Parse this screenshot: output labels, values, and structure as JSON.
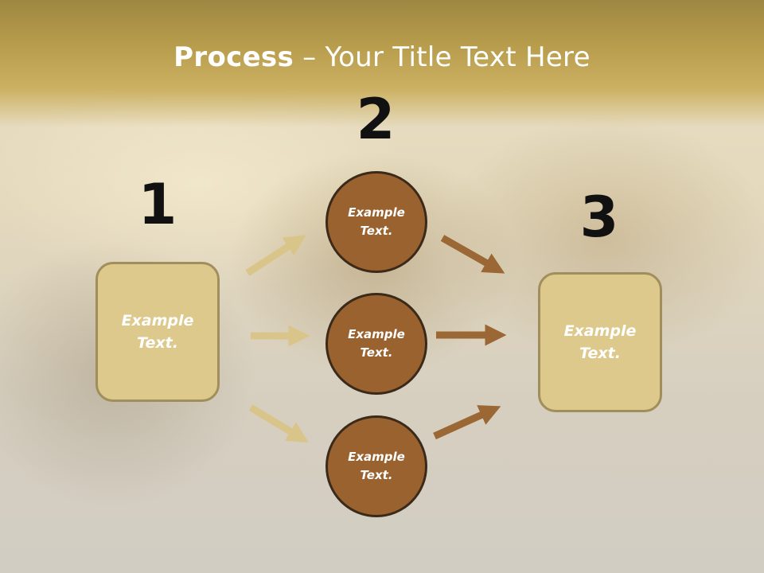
{
  "title": {
    "bold": "Process",
    "rest": " – Your Title Text Here"
  },
  "steps": {
    "one": {
      "number": "1",
      "text": "Example\nText."
    },
    "two": {
      "number": "2",
      "circles": [
        "Example\nText.",
        "Example\nText.",
        "Example\nText."
      ]
    },
    "three": {
      "number": "3",
      "text": "Example\nText."
    }
  },
  "colors": {
    "box_fill": "#ddc98c",
    "box_border": "#a08f5c",
    "circle_fill": "#99622f",
    "circle_border": "#3b2a1a",
    "arrow_light": "#d9c58a",
    "arrow_dark": "#9a6735"
  }
}
